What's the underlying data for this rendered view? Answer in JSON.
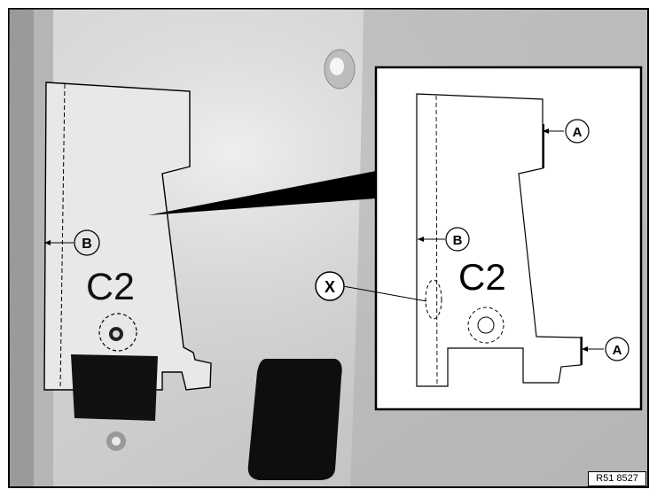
{
  "figure": {
    "reference": "R51 8527",
    "part_label": "C2",
    "callouts": {
      "a": "A",
      "b": "B",
      "x": "X"
    }
  },
  "colors": {
    "photo_panel": "#cfcfcf",
    "part_surface": "#e6e6e6",
    "hole": "#111111",
    "line": "#000000",
    "inset_background": "#ffffff"
  }
}
